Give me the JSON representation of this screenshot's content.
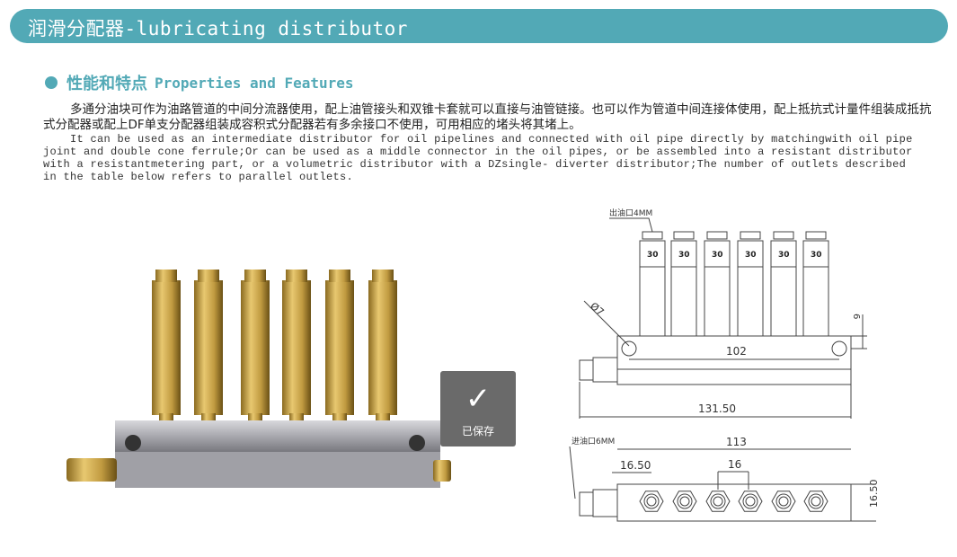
{
  "header": {
    "title": "润滑分配器-lubricating distributor"
  },
  "section": {
    "title_cn": "性能和特点",
    "title_en": "Properties and Features"
  },
  "description": {
    "cn": "多通分油块可作为油路管道的中间分流器使用，配上油管接头和双锥卡套就可以直接与油管链接。也可以作为管道中间连接体使用，配上抵抗式计量件组装成抵抗式分配器或配上DF单支分配器组装成容积式分配器若有多余接口不使用，可用相应的堵头将其堵上。",
    "en": "It can be used as an intermediate distributor for oil pipelines and connected with oil pipe directly by matchingwith oil pipe joint and double cone ferrule;Or can be used as a middle connector in the oil pipes, or be assembled into a resistant distributor with a resistantmetering part, or a volumetric distributor with a DZsingle- diverter distributor;The number of outlets described in the table below refers to parallel outlets."
  },
  "drawing": {
    "outlet_label": "出油口4MM",
    "inlet_label": "进油口6MM",
    "meter_value": "30",
    "dim_hole": "Ø7",
    "dim_6": "6",
    "dim_102": "102",
    "dim_131": "131.50",
    "dim_113": "113",
    "dim_1650": "16.50",
    "dim_16": "16",
    "dim_height": "16.50"
  },
  "overlay": {
    "saved_label": "已保存"
  }
}
